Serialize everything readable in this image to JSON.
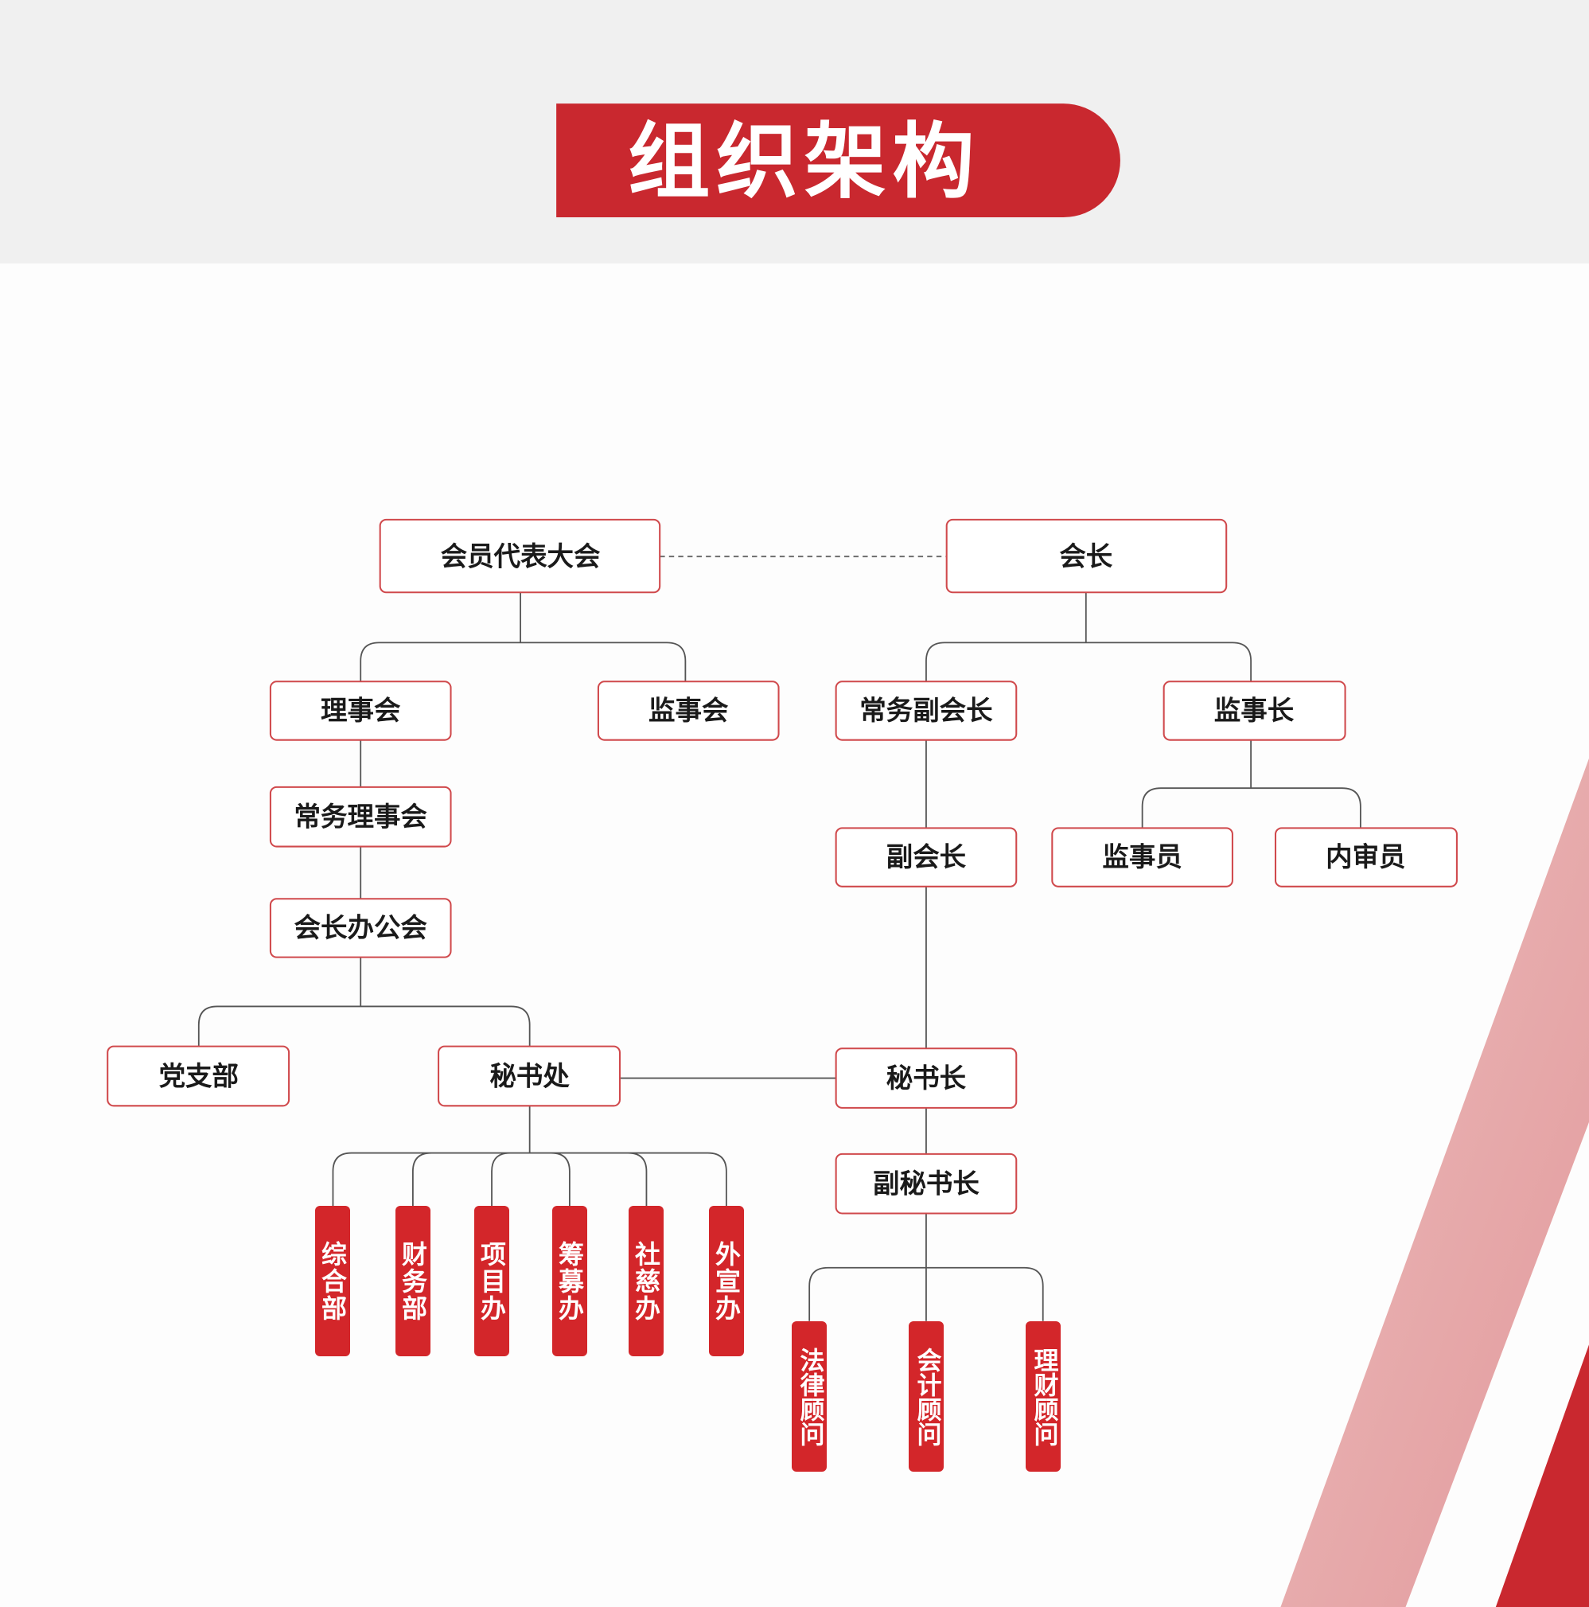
{
  "title": "组织架构",
  "colors": {
    "brand_red": "#d3262a",
    "header_bg": "#f0f0f0",
    "box_border": "#d0494c"
  },
  "nodes": {
    "assembly": "会员代表大会",
    "president": "会长",
    "council": "理事会",
    "supervisory_board": "监事会",
    "exec_vice_president": "常务副会长",
    "chief_supervisor": "监事长",
    "standing_council": "常务理事会",
    "vice_president": "副会长",
    "supervisor": "监事员",
    "internal_auditor": "内审员",
    "president_office_meeting": "会长办公会",
    "party_branch": "党支部",
    "secretariat": "秘书处",
    "secretary_general": "秘书长",
    "deputy_secretary_general": "副秘书长"
  },
  "departments": [
    "综合部",
    "财务部",
    "项目办",
    "筹募办",
    "社慈办",
    "外宣办"
  ],
  "advisors": [
    "法律顾问",
    "会计顾问",
    "理财顾问"
  ]
}
